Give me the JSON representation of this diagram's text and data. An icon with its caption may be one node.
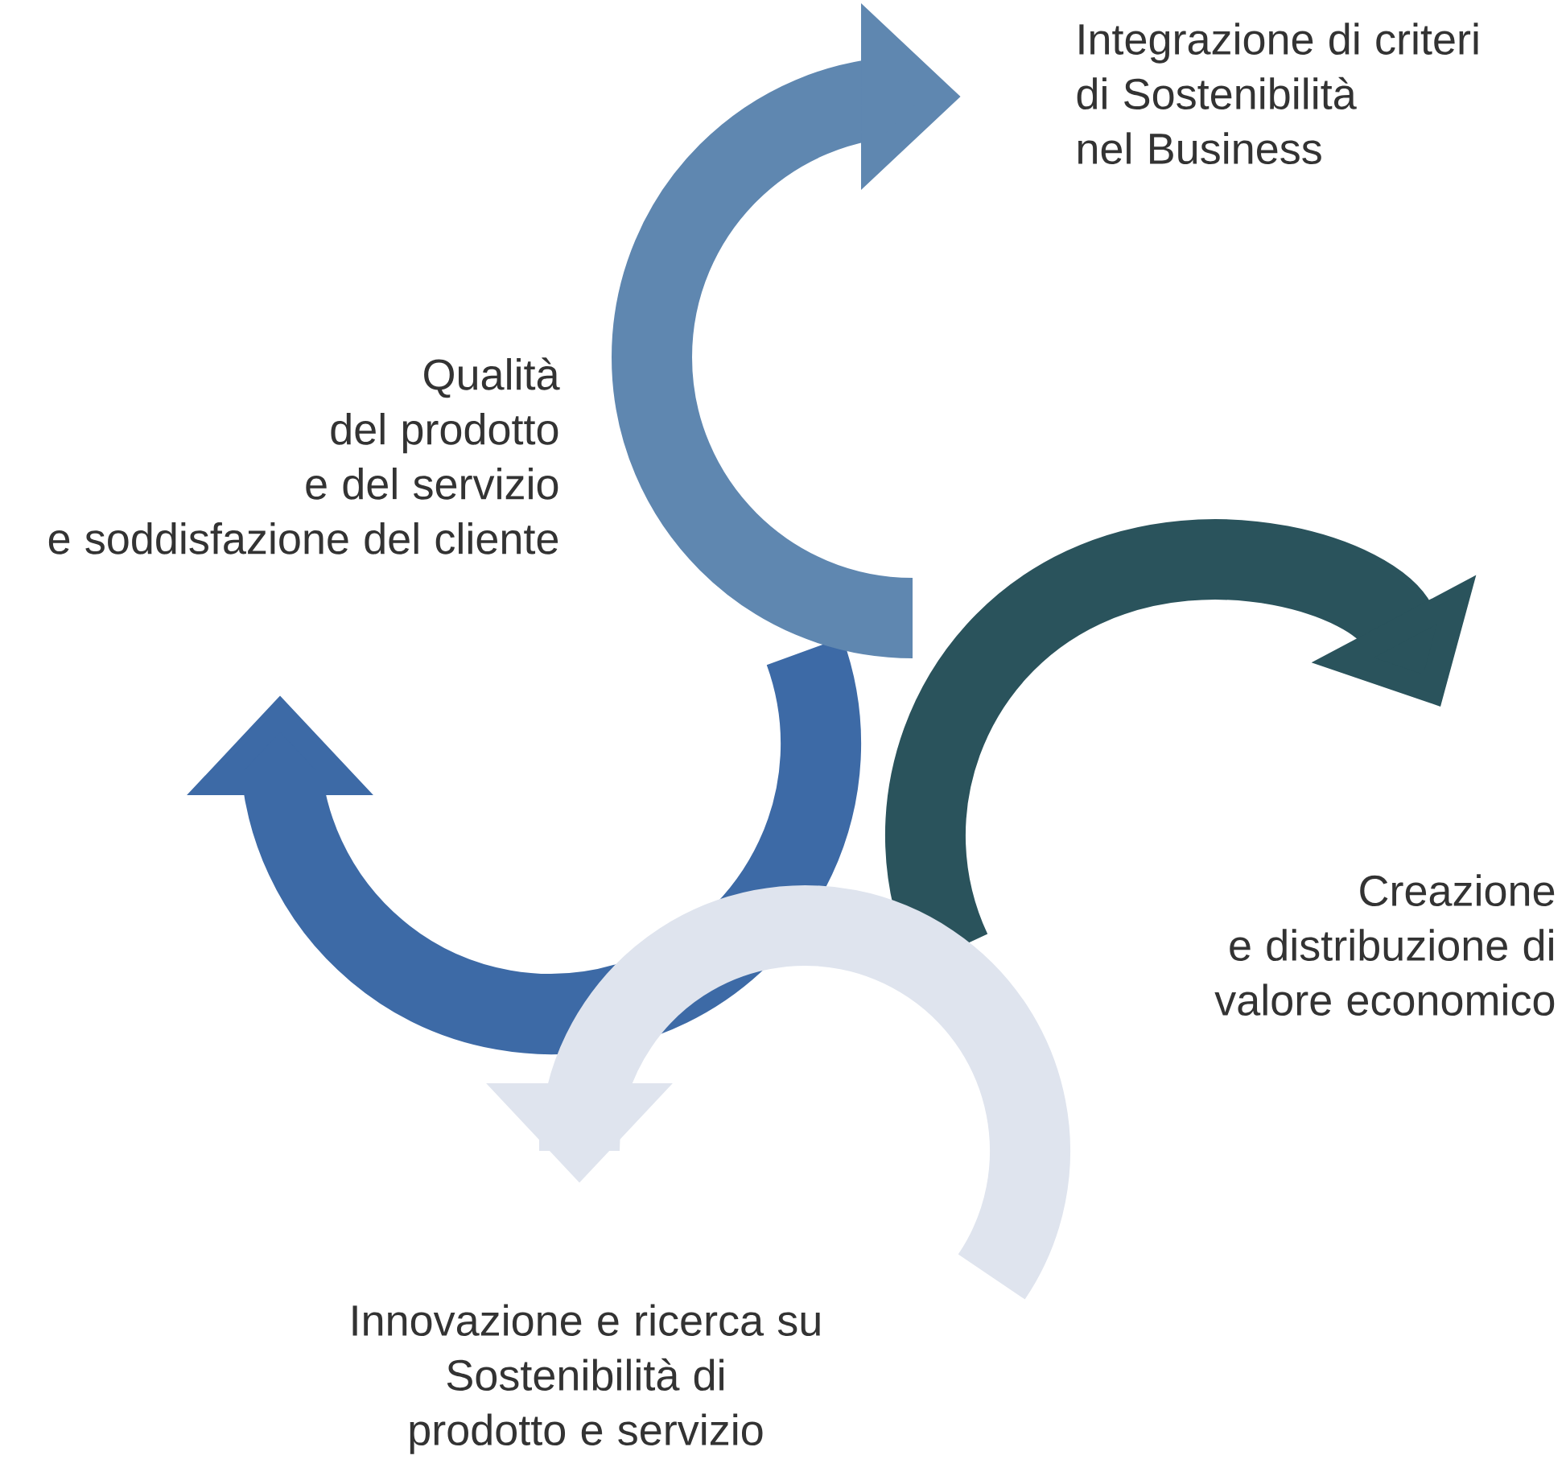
{
  "diagram": {
    "labels": [
      "Integrazione di criteri di Sostenibilità nel Business",
      "Qualità del prodotto e del servizio e soddisfazione del cliente",
      "Creazione e distribuzione di valore economico",
      "Innovazione e ricerca su Sostenibilità di prodotto e servizio"
    ]
  }
}
